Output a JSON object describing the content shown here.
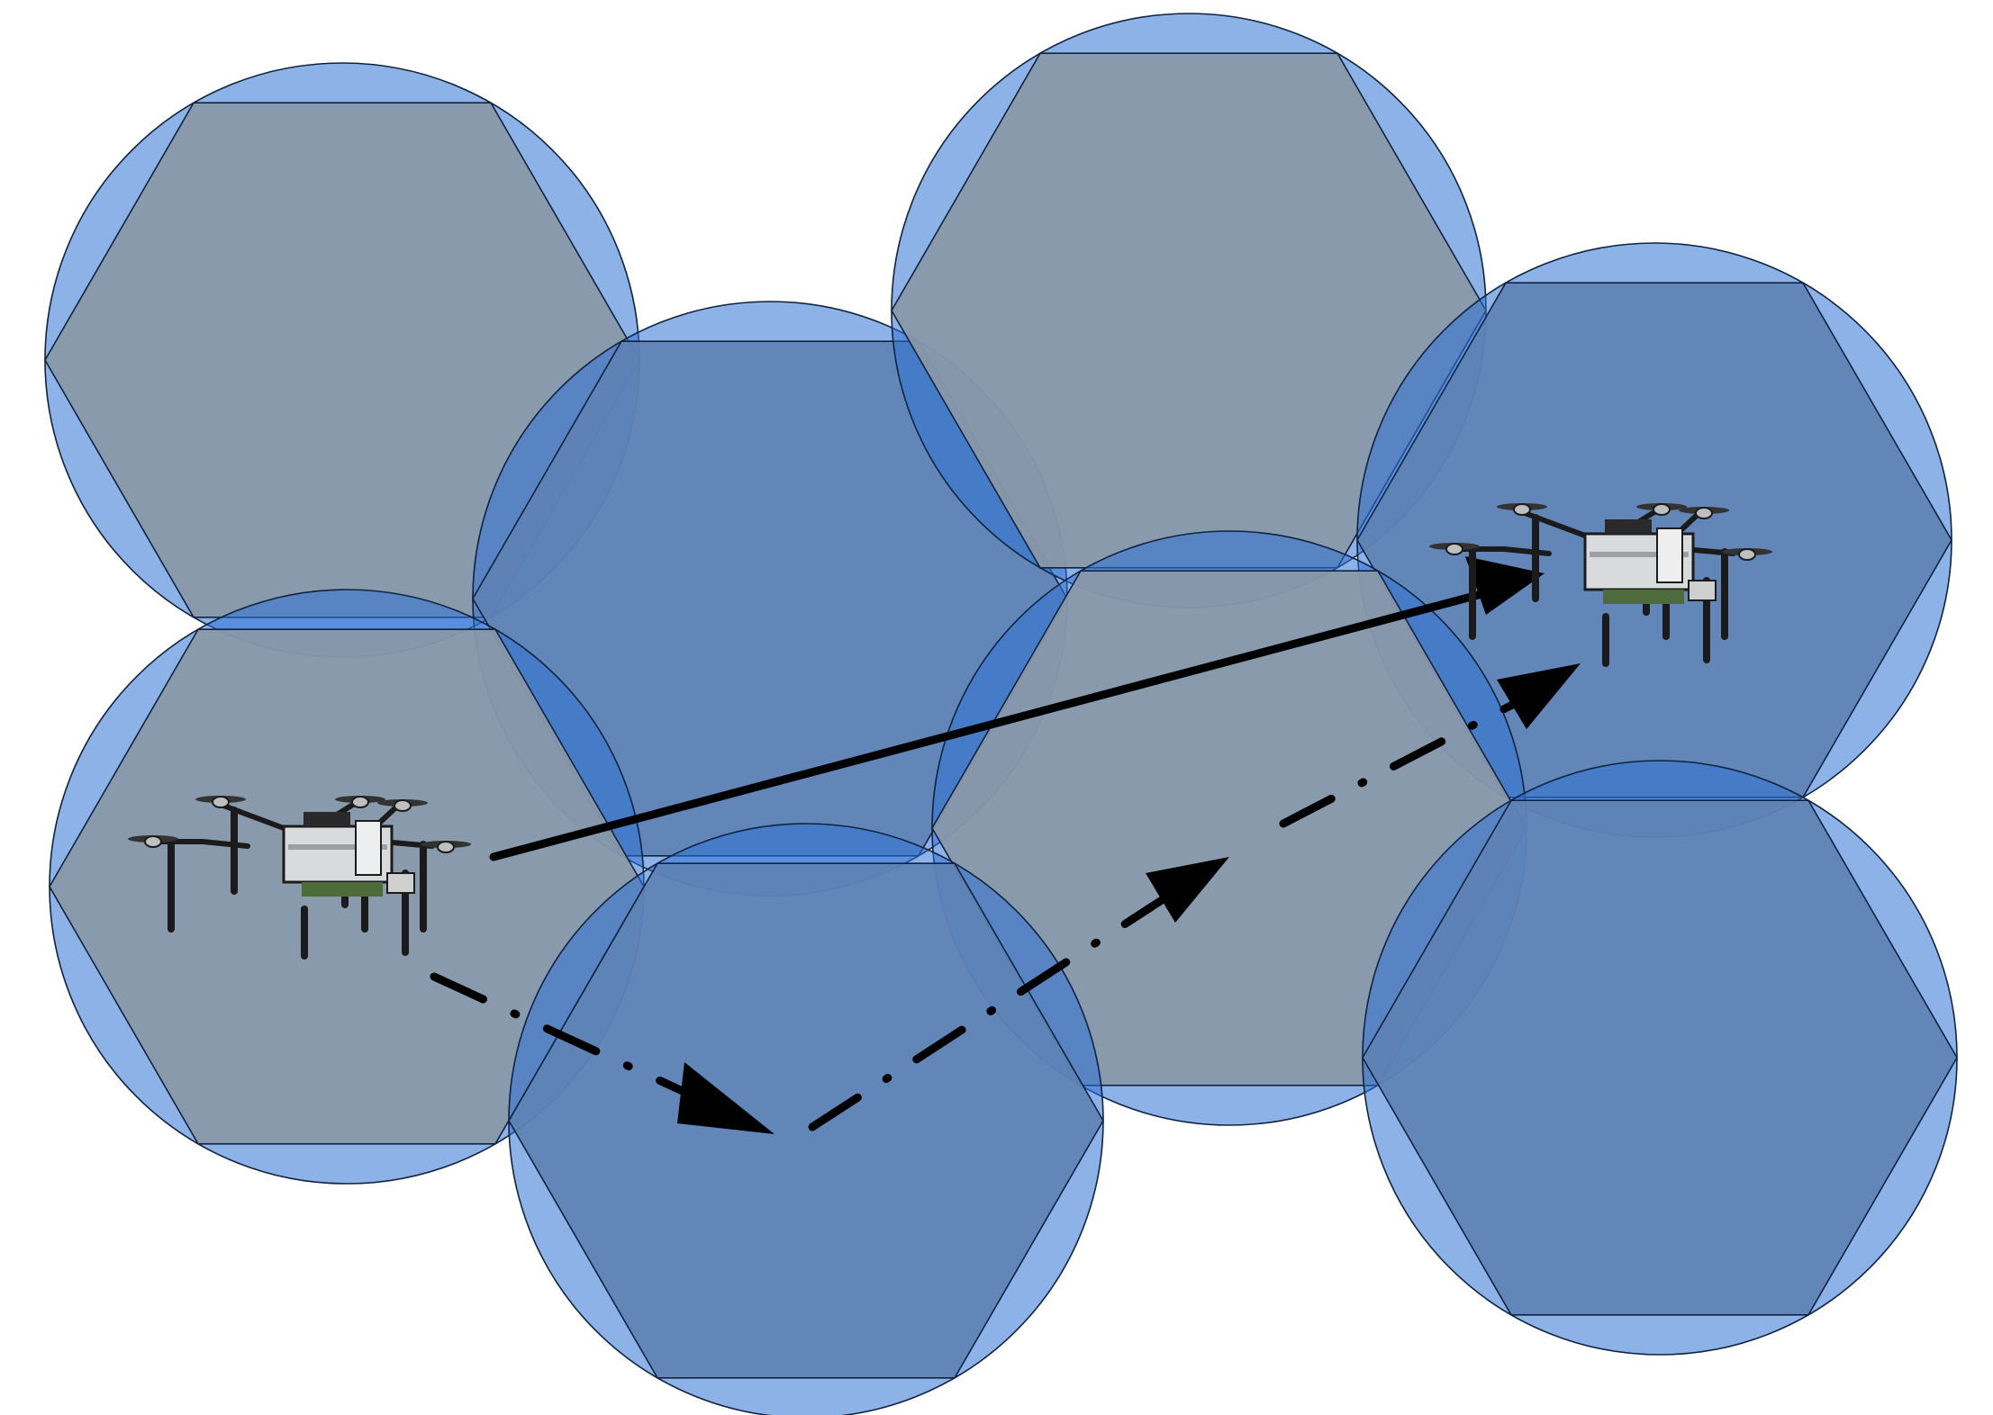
{
  "diagram": {
    "colors": {
      "background": "#ffffff",
      "circle_fill": "#2f72d6",
      "hex_light": "#8a98a8",
      "hex_blue": "#5f82b4",
      "outline": "#10233f",
      "arrow": "#000000",
      "drone_frame": "#1b1b1b",
      "drone_body": "#d8dadc",
      "drone_board": "#4e6b3c"
    },
    "cells": [
      {
        "id": "cell-top-left",
        "shade": "light"
      },
      {
        "id": "cell-center-upper",
        "shade": "blue"
      },
      {
        "id": "cell-top-center",
        "shade": "light"
      },
      {
        "id": "cell-upper-right",
        "shade": "blue"
      },
      {
        "id": "cell-left",
        "shade": "light"
      },
      {
        "id": "cell-center-middle",
        "shade": "light"
      },
      {
        "id": "cell-bottom-center",
        "shade": "blue"
      },
      {
        "id": "cell-bottom-right",
        "shade": "blue"
      }
    ],
    "drones": [
      {
        "id": "source-drone",
        "icon": "quadcopter-drone-icon"
      },
      {
        "id": "destination-drone",
        "icon": "quadcopter-drone-icon"
      }
    ],
    "paths": [
      {
        "id": "direct-path",
        "style": "solid"
      },
      {
        "id": "relay-path",
        "style": "dash-dot"
      }
    ]
  }
}
